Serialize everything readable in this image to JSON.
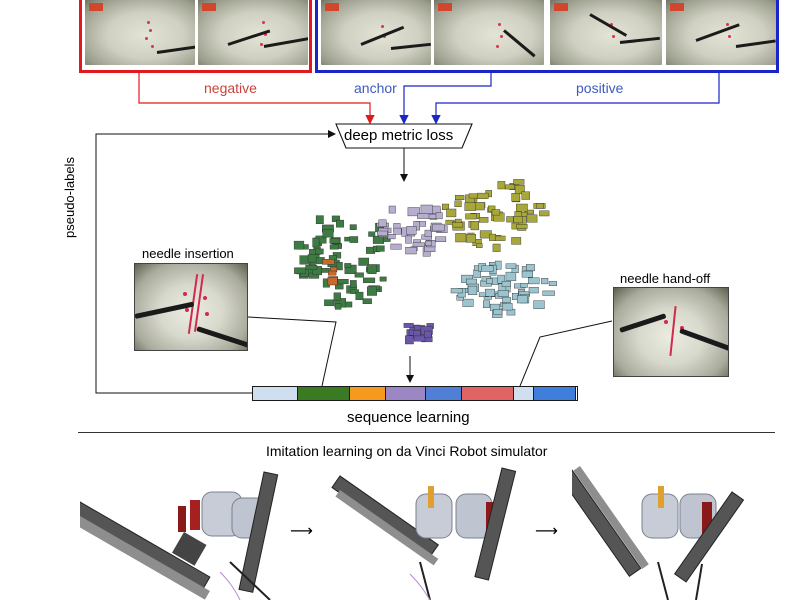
{
  "labels": {
    "negative": "negative",
    "anchor": "anchor",
    "positive": "positive",
    "loss": "deep metric loss",
    "pseudo_labels": "pseudo-labels",
    "needle_insertion": "needle insertion",
    "needle_handoff": "needle hand-off",
    "sequence_learning": "sequence learning",
    "imitation_title": "Imitation learning on da Vinci Robot simulator"
  },
  "colors": {
    "negative": "#e0191f",
    "anchor_positive": "#1a24c7",
    "label_red": "#c8433a",
    "label_blue": "#3d5bc0"
  },
  "sequence_segments": [
    {
      "color": "#cfdff0"
    },
    {
      "color": "#3a7a22"
    },
    {
      "color": "#f59a1e"
    },
    {
      "color": "#9b87c4"
    },
    {
      "color": "#4f80d6"
    },
    {
      "color": "#e06464"
    },
    {
      "color": "#cfdff0"
    },
    {
      "color": "#3f7edb"
    }
  ],
  "cluster_colors": {
    "green": "#3e7a44",
    "olive": "#a8a83a",
    "light_blue": "#9cc4cf",
    "lavender": "#b7aecf",
    "purple": "#6a57a8",
    "orange": "#c86a2a"
  }
}
